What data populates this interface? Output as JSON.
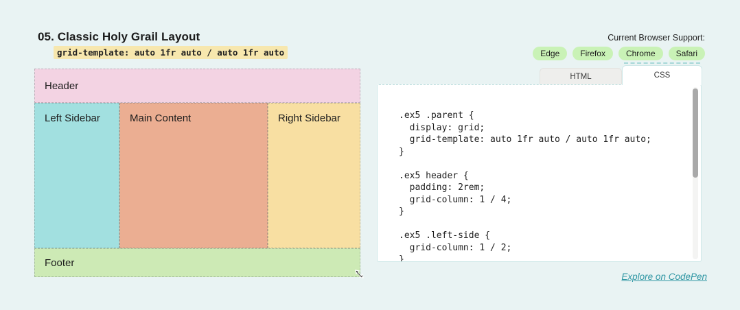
{
  "title": "05. Classic Holy Grail Layout",
  "snippet": "grid-template: auto 1fr auto / auto 1fr auto",
  "browser_support": {
    "label": "Current Browser Support:",
    "browsers": [
      "Edge",
      "Firefox",
      "Chrome",
      "Safari"
    ],
    "badge_color": "#c9f2b6"
  },
  "demo": {
    "header": {
      "label": "Header",
      "color": "#f3d3e3"
    },
    "left": {
      "label": "Left Sidebar",
      "color": "#a2e0e0"
    },
    "main": {
      "label": "Main Content",
      "color": "#ebae92"
    },
    "right": {
      "label": "Right Sidebar",
      "color": "#f8dfa2"
    },
    "footer": {
      "label": "Footer",
      "color": "#cdeab5"
    }
  },
  "code_panel": {
    "tabs": [
      {
        "label": "HTML",
        "active": false
      },
      {
        "label": "CSS",
        "active": true
      }
    ],
    "css_code": ".ex5 .parent {\n  display: grid;\n  grid-template: auto 1fr auto / auto 1fr auto;\n}\n\n.ex5 header {\n  padding: 2rem;\n  grid-column: 1 / 4;\n}\n\n.ex5 .left-side {\n  grid-column: 1 / 2;\n}",
    "link_label": "Explore on CodePen",
    "link_color": "#2e96a3"
  },
  "colors": {
    "page_background": "#e9f3f3",
    "snippet_highlight": "#f7e7ae"
  }
}
